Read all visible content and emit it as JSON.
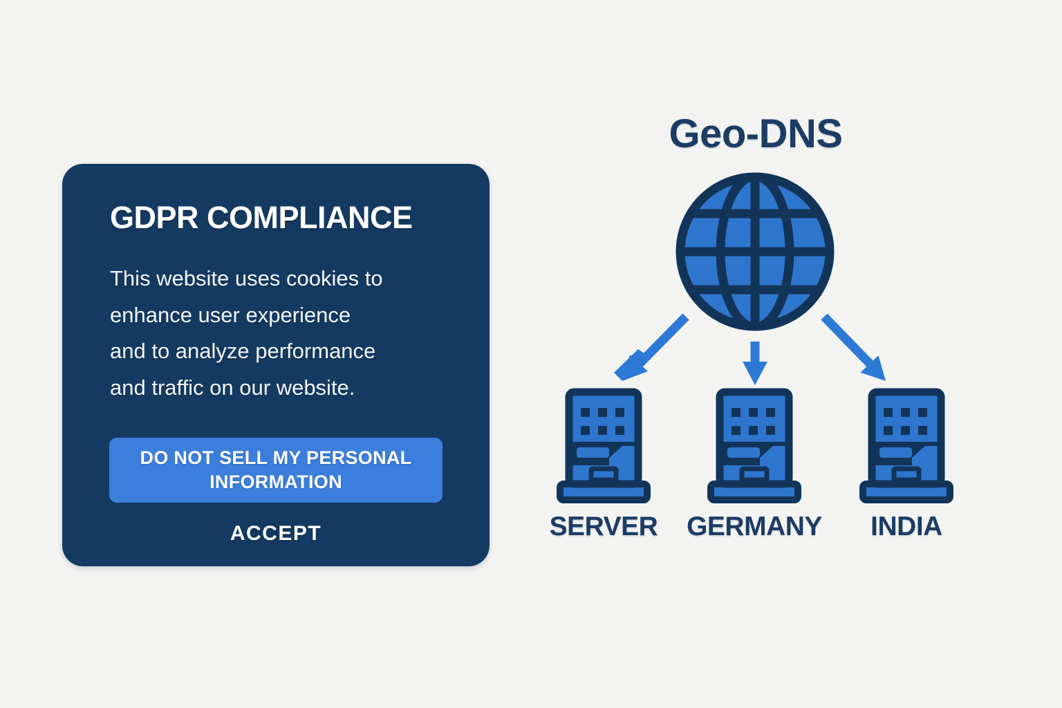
{
  "page": {
    "background_color": "#f3f4f2"
  },
  "consent_card": {
    "title": "GDPR COMPLIANCE",
    "body_lines": [
      "This website uses cookies to",
      "enhance user experience",
      "and to analyze performance",
      "and traffic on our website."
    ],
    "do_not_sell_label": "DO NOT SELL MY PERSONAL INFORMATION",
    "accept_label": "ACCEPT",
    "colors": {
      "card_bg": "#153a61",
      "button_bg": "#3c7edb",
      "text": "#ffffff"
    }
  },
  "diagram": {
    "title": "Geo-DNS",
    "source_icon": "globe-icon",
    "nodes": [
      {
        "label": "SERVER",
        "icon": "server-icon"
      },
      {
        "label": "GERMANY",
        "icon": "server-icon"
      },
      {
        "label": "INDIA",
        "icon": "server-icon"
      }
    ],
    "colors": {
      "icon_fill_blue": "#2e76cd",
      "icon_outline_navy": "#133459",
      "arrow_blue": "#2d7ad6",
      "label_navy": "#1c3c64"
    }
  }
}
